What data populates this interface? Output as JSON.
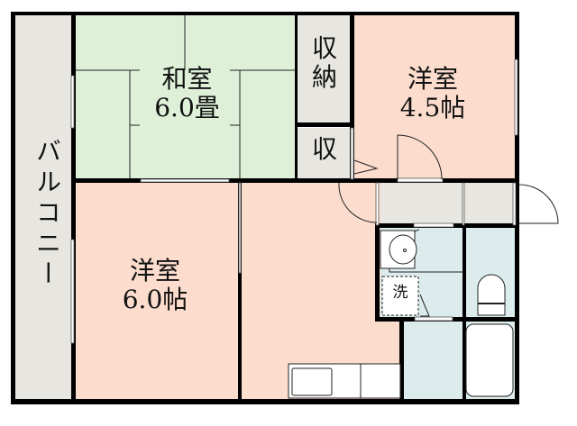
{
  "floor_plan": {
    "colors": {
      "wall": "#000000",
      "washitsu": "#dff0d8",
      "yoshitsu": "#fbdccd",
      "storage": "#e8e6e0",
      "wet_area": "#dcecec",
      "fixture": "#ffffff",
      "background": "#ffffff"
    },
    "rooms": {
      "balcony": {
        "label": "バルコニー"
      },
      "washitsu": {
        "name": "和室",
        "size": "6.0畳",
        "label": "和室\n6.0畳"
      },
      "closet_main": {
        "label": "収\n納"
      },
      "closet_small": {
        "label": "収"
      },
      "yoshitsu_small": {
        "name": "洋室",
        "size": "4.5帖",
        "label": "洋室\n4.5帖"
      },
      "yoshitsu_large": {
        "name": "洋室",
        "size": "6.0帖",
        "label": "洋室\n6.0帖"
      },
      "kitchen": {
        "label": ""
      },
      "entrance": {
        "label": ""
      },
      "washroom": {
        "washer_label": "洗"
      },
      "toilet": {
        "label": ""
      },
      "bathroom": {
        "label": ""
      }
    }
  }
}
